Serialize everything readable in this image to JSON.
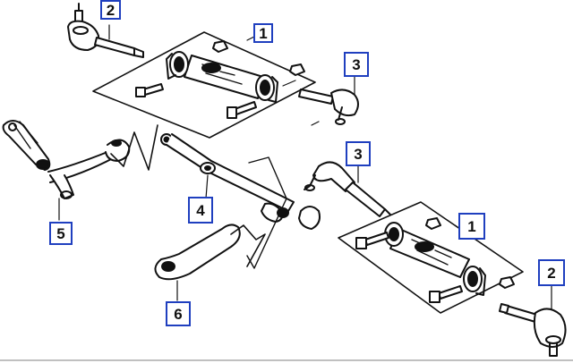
{
  "diagram": {
    "colors": {
      "line": "#111111",
      "callout_border": "#1f3fbf"
    },
    "callouts": [
      {
        "id": "c1a",
        "label": "1"
      },
      {
        "id": "c2a",
        "label": "2"
      },
      {
        "id": "c3a",
        "label": "3"
      },
      {
        "id": "c3b",
        "label": "3"
      },
      {
        "id": "c1b",
        "label": "1"
      },
      {
        "id": "c2b",
        "label": "2"
      },
      {
        "id": "c4",
        "label": "4"
      },
      {
        "id": "c5",
        "label": "5"
      },
      {
        "id": "c6",
        "label": "6"
      }
    ]
  }
}
